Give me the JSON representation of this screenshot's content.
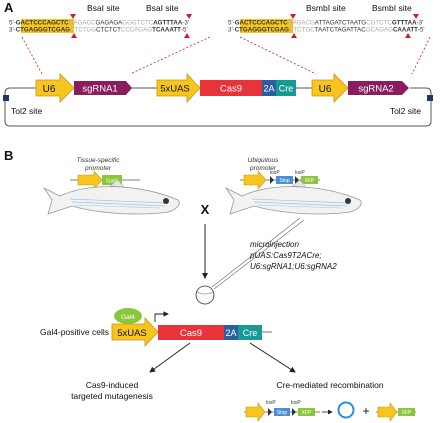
{
  "panel_a": {
    "label": "A",
    "site_left_1": "BsaI site",
    "site_left_2": "BsaI site",
    "site_right_1": "BsmbI site",
    "site_right_2": "BsmbI site",
    "seq_left_top_1": "5'-",
    "seq_left_top_2": "GACTCCCAGCTC",
    "seq_left_top_3": "GAGACC",
    "seq_left_top_4": "GAGAGA",
    "seq_left_top_5": "GGGTCTC",
    "seq_left_top_6": "AGTTTAA",
    "seq_left_top_7": "-3'",
    "seq_left_bot_1": "3'-",
    "seq_left_bot_2": "CTGAGGGTCGAG",
    "seq_left_bot_3": "CTCTGG",
    "seq_left_bot_4": "CTCTCT",
    "seq_left_bot_5": "CCCAGAG",
    "seq_left_bot_6": "TCAAATT",
    "seq_left_bot_7": "-5'",
    "seq_right_top_1": "5'-",
    "seq_right_top_2": "GACTCCCAGCTC",
    "seq_right_top_3": "GAGACG",
    "seq_right_top_4": "ATTAGATCTAATG",
    "seq_right_top_5": "CGTCTC",
    "seq_right_top_6": "GTTTAA",
    "seq_right_top_7": "-3'",
    "seq_right_bot_1": "3'-",
    "seq_right_bot_2": "CTGAGGGTCGAG",
    "seq_right_bot_3": "CTCTGC",
    "seq_right_bot_4": "TAATCTAGATTAC",
    "seq_right_bot_5": "GCAGAG",
    "seq_right_bot_6": "CAAATT",
    "seq_right_bot_7": "-5'",
    "u6_1": "U6",
    "sgrna1": "sgRNA1",
    "uas": "5xUAS",
    "cas9": "Cas9",
    "twoA": "2A",
    "cre": "Cre",
    "u6_2": "U6",
    "sgrna2": "sgRNA2",
    "tol2_left": "Tol2 site",
    "tol2_right": "Tol2 site"
  },
  "panel_b": {
    "label": "B",
    "tissue_promoter_1": "Tissue-specific",
    "tissue_promoter_2": "promoter",
    "gal4": "Gal4",
    "ubiq_promoter_1": "Ubiquitous",
    "ubiq_promoter_2": "promoter",
    "loxp_1": "loxP",
    "loxp_2": "loxP",
    "stop": "Stop",
    "xfp": "XFP",
    "cross": "X",
    "micro_1": "microinjection",
    "micro_2": "pUAS:Cas9T2ACre;",
    "micro_3": "U6:sgRNA1;U6:sgRNA2",
    "gal4_cells": "Gal4-positive cells",
    "gal4_bubble": "Gal4",
    "uas": "5xUAS",
    "cas9": "Cas9",
    "twoA": "2A",
    "cre": "Cre",
    "mutagenesis_1": "Cas9-induced",
    "mutagenesis_2": "targeted mutagenesis",
    "recomb": "Cre-mediated recombination",
    "r_loxp_1": "loxP",
    "r_loxp_2": "loxP",
    "r_stop": "Stop",
    "r_xfp1": "XFP",
    "plus": "+",
    "r_xfp2": "XFP"
  },
  "colors": {
    "promoter_yellow": "#f7c51e",
    "sgrna_purple": "#8a1d5e",
    "cas9_red": "#e8333a",
    "twoA_blue": "#2c5fa0",
    "cre_teal": "#159a95",
    "gal4_green": "#8cc63f",
    "stop_blue": "#4a8fd6",
    "tol2_navy": "#23336b",
    "cut_red": "#d0202a"
  }
}
